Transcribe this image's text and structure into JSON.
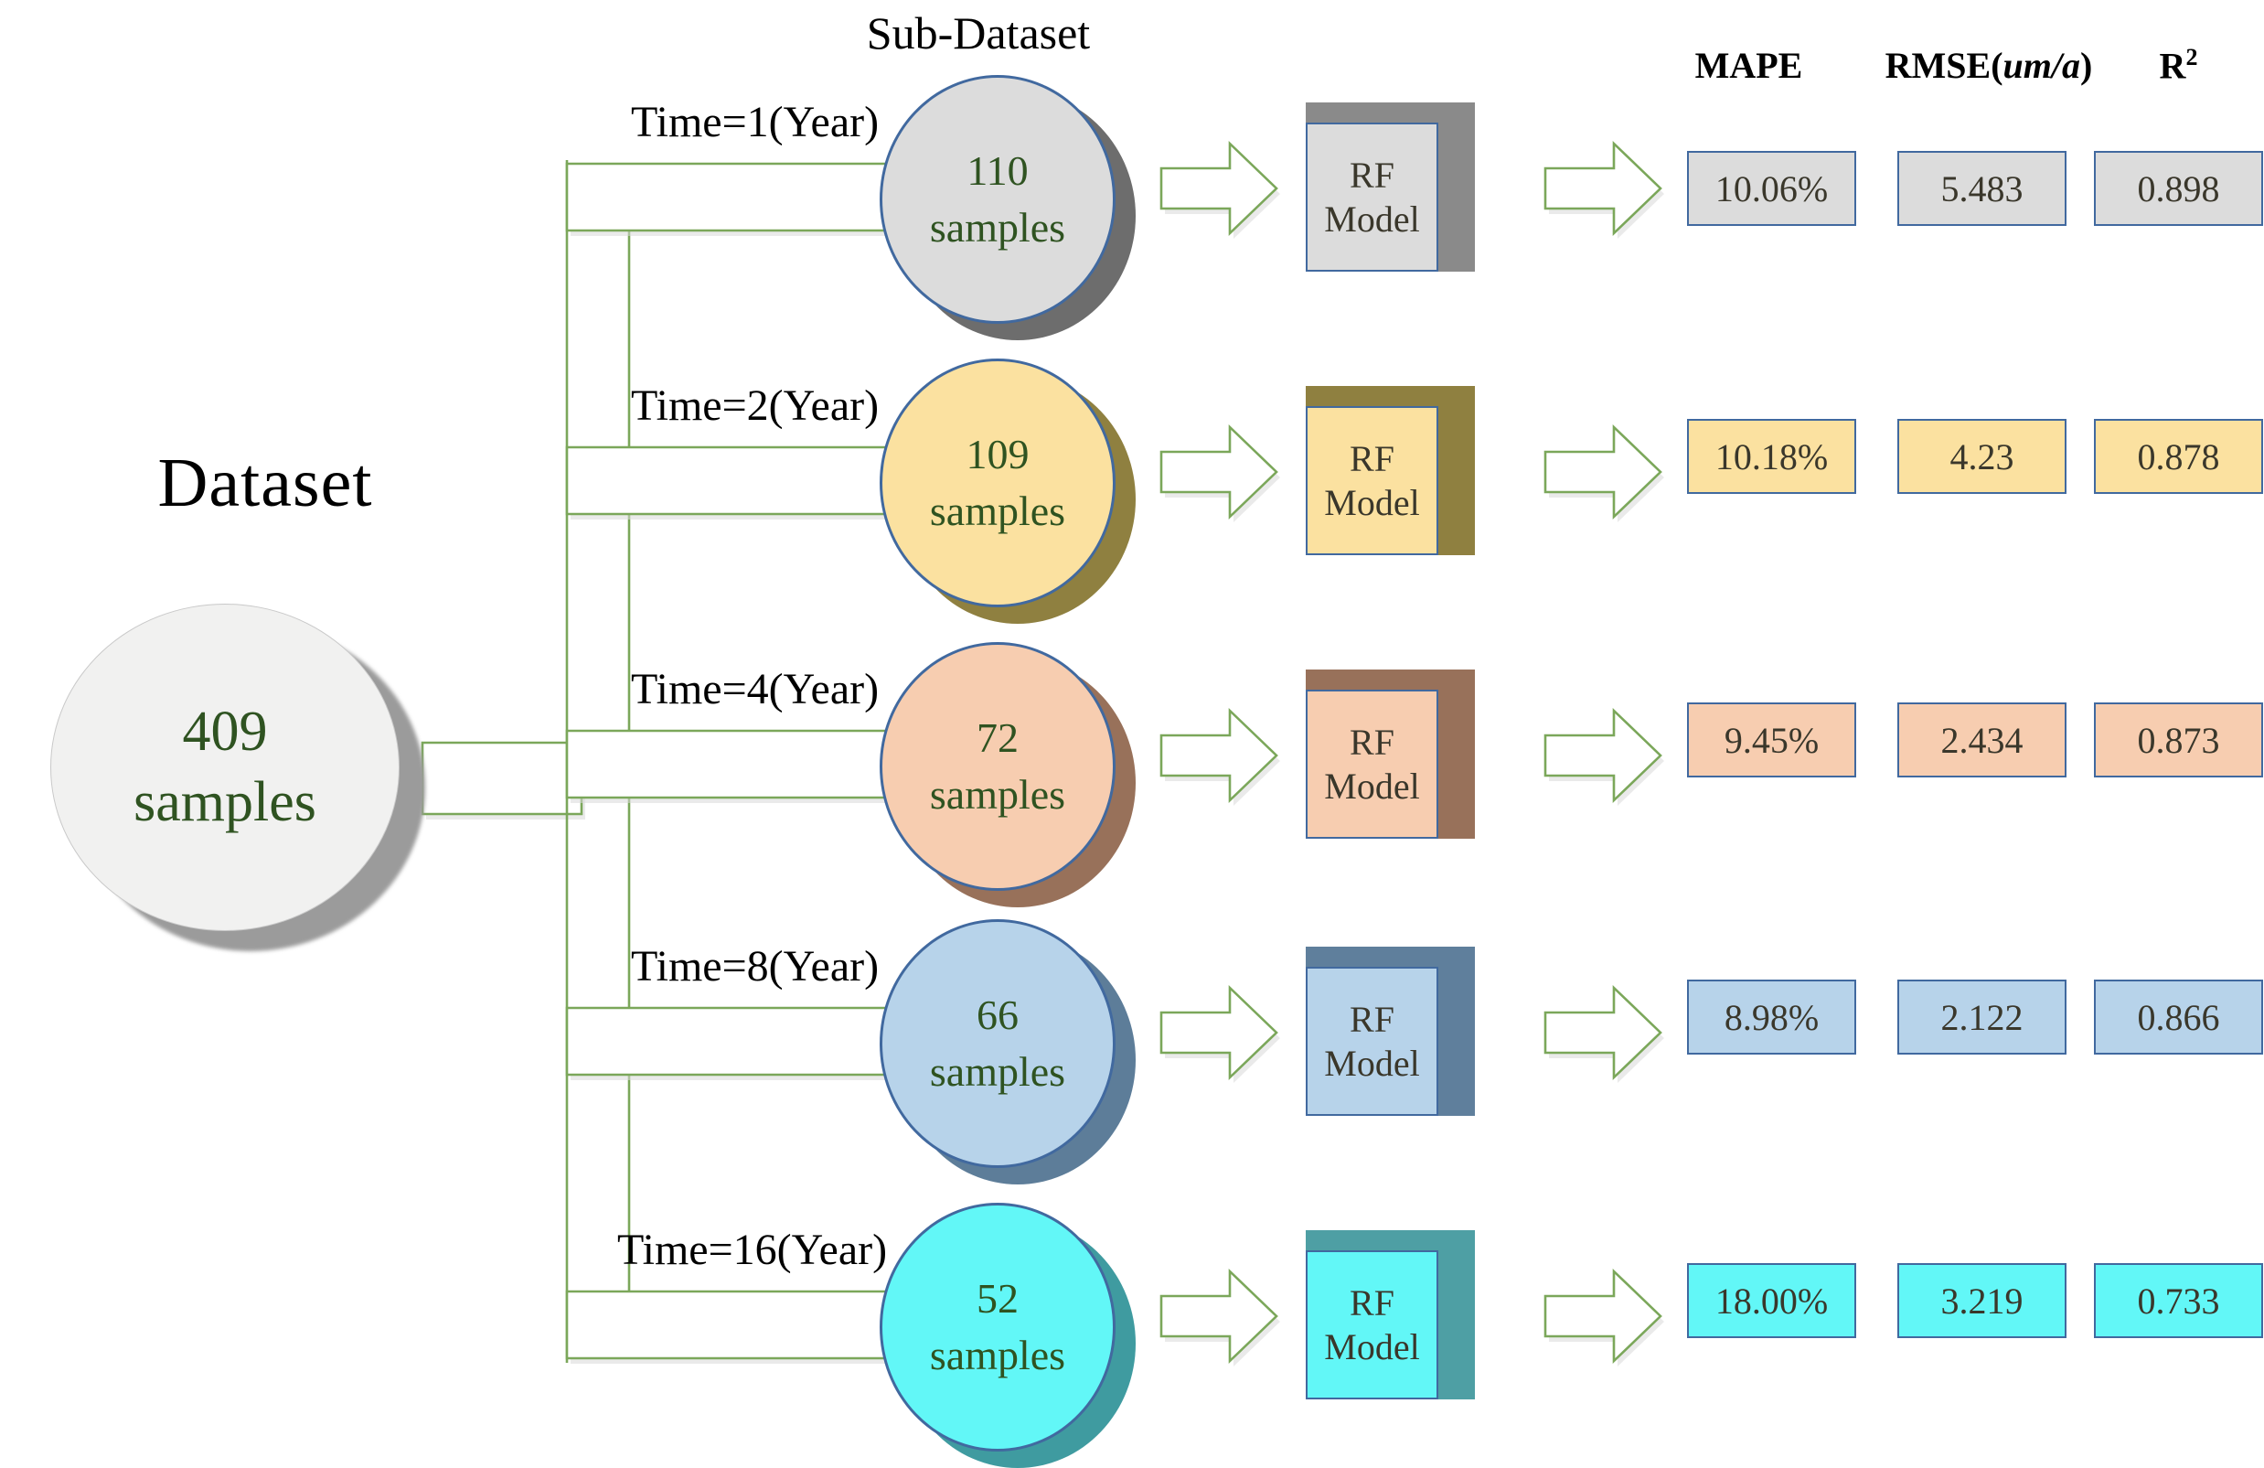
{
  "headings": {
    "dataset": "Dataset",
    "sub_dataset": "Sub-Dataset"
  },
  "source": {
    "count": "409",
    "unit": "samples",
    "fill": "#f1f1f0",
    "shadow": "#9b9b9b",
    "text_color": "#2f5321"
  },
  "columns": {
    "mape": "MAPE",
    "rmse_pre": "RMSE(",
    "rmse_unit": "um/a",
    "rmse_post": ")",
    "r2_base": "R",
    "r2_sup": "2"
  },
  "model_label_line1": "RF",
  "model_label_line2": "Model",
  "rows": [
    {
      "time_label": "Time=1(Year)",
      "count": "110",
      "unit": "samples",
      "fill": "#dcdcdc",
      "shadow": "#6d6d6d",
      "cube_front": "#dcdcdc",
      "cube_side": "#8a8a8a",
      "metrics": {
        "mape": "10.06%",
        "rmse": "5.483",
        "r2": "0.898"
      }
    },
    {
      "time_label": "Time=2(Year)",
      "count": "109",
      "unit": "samples",
      "fill": "#fbe1a0",
      "shadow": "#8f8040",
      "cube_front": "#fbe1a0",
      "cube_side": "#8f8040",
      "metrics": {
        "mape": "10.18%",
        "rmse": "4.23",
        "r2": "0.878"
      }
    },
    {
      "time_label": "Time=4(Year)",
      "count": "72",
      "unit": "samples",
      "fill": "#f7cdb0",
      "shadow": "#98715a",
      "cube_front": "#f7cdb0",
      "cube_side": "#98715a",
      "metrics": {
        "mape": "9.45%",
        "rmse": "2.434",
        "r2": "0.873"
      }
    },
    {
      "time_label": "Time=8(Year)",
      "count": "66",
      "unit": "samples",
      "fill": "#b7d3ea",
      "shadow": "#5d7d99",
      "cube_front": "#b7d3ea",
      "cube_side": "#5f7f9c",
      "metrics": {
        "mape": "8.98%",
        "rmse": "2.122",
        "r2": "0.866"
      }
    },
    {
      "time_label": "Time=16(Year)",
      "count": "52",
      "unit": "samples",
      "fill": "#62f7f7",
      "shadow": "#3f9ba0",
      "cube_front": "#62f7f7",
      "cube_side": "#4e9fa4",
      "metrics": {
        "mape": "18.00%",
        "rmse": "3.219",
        "r2": "0.733"
      }
    }
  ],
  "style": {
    "arrow_stroke": "#7ba75a",
    "arrow_fill": "#ffffff",
    "shape_border": "#41699f",
    "green_text": "#2f5321"
  }
}
